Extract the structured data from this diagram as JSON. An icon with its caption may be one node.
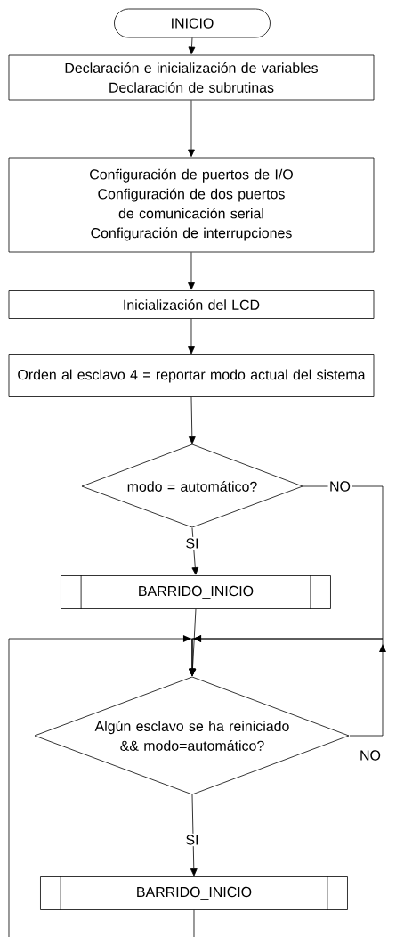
{
  "diagram": {
    "nodes": [
      {
        "text": [
          "INICIO"
        ]
      },
      {
        "text": [
          "Declaración e inicialización  de variables",
          "Declaración de subrutinas"
        ]
      },
      {
        "text": [
          "Configuración de puertos de I/O",
          "Configuración de dos puertos de comunicación serial",
          "Configuración de interrupciones"
        ]
      },
      {
        "text": [
          "Inicialización del LCD"
        ]
      },
      {
        "text": [
          "Orden al esclavo 4 = reportar modo actual del sistema"
        ]
      },
      {
        "text": [
          "modo = automático?"
        ]
      },
      {
        "text": [
          "BARRIDO_INICIO"
        ]
      },
      {
        "text": [
          "Algún esclavo se ha reiniciado && modo=automático?"
        ]
      },
      {
        "text": [
          "BARRIDO_INICIO"
        ]
      }
    ],
    "edges": [
      {
        "from": 0,
        "to": 1,
        "arrow": "to"
      },
      {
        "from": 1,
        "to": 2,
        "arrow": "to"
      },
      {
        "from": 2,
        "to": 3,
        "arrow": "to"
      },
      {
        "from": 3,
        "to": 4,
        "arrow": "to"
      },
      {
        "from": 4,
        "to": 5,
        "arrow": "to"
      },
      {
        "from": 5,
        "to": 6,
        "arrow": "to",
        "label": "SI"
      },
      {
        "from": 6,
        "to": 7,
        "arrow": "to"
      },
      {
        "from": 5,
        "to": 7,
        "arrow": "to",
        "label": "NO"
      },
      {
        "from": 7,
        "to": 7,
        "arrow": "to",
        "label": "NO"
      },
      {
        "from": 7,
        "to": 8,
        "arrow": "to",
        "label": "SI"
      },
      {
        "from": 8,
        "to": null,
        "arrow": "none"
      },
      {
        "from": null,
        "to": 7,
        "arrow": "to"
      }
    ]
  }
}
